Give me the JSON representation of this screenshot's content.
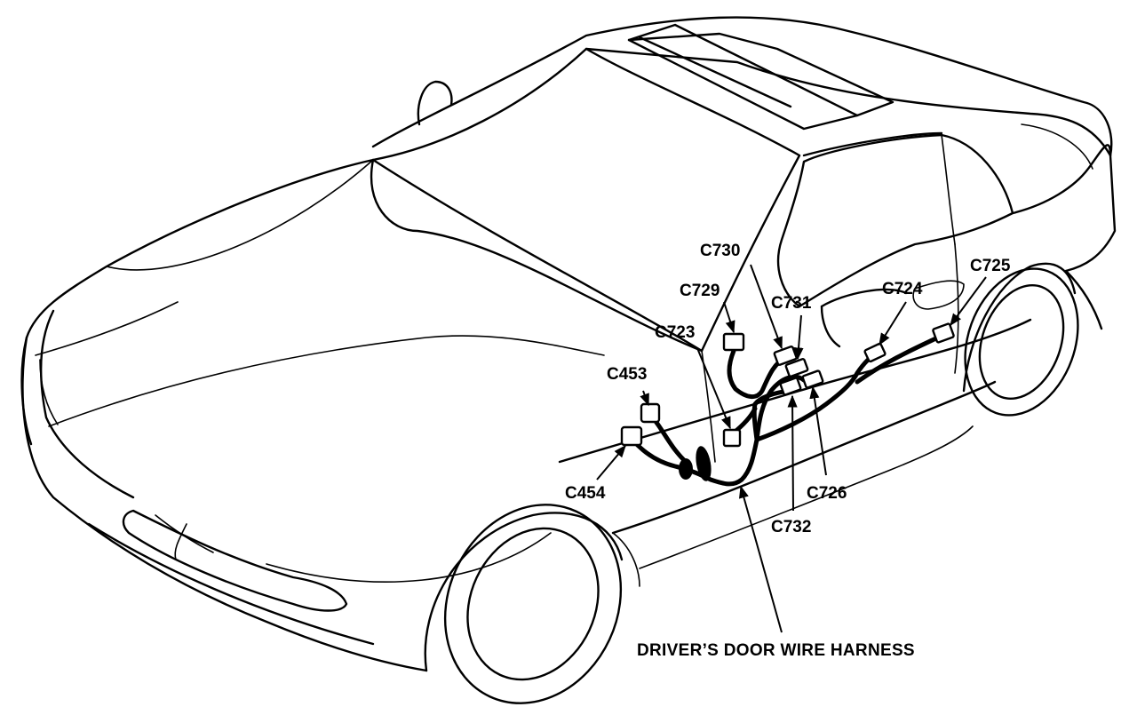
{
  "connectors": [
    {
      "id": "C730",
      "label": "C730"
    },
    {
      "id": "C729",
      "label": "C729"
    },
    {
      "id": "C731",
      "label": "C731"
    },
    {
      "id": "C724",
      "label": "C724"
    },
    {
      "id": "C725",
      "label": "C725"
    },
    {
      "id": "C723",
      "label": "C723"
    },
    {
      "id": "C453",
      "label": "C453"
    },
    {
      "id": "C454",
      "label": "C454"
    },
    {
      "id": "C726",
      "label": "C726"
    },
    {
      "id": "C732",
      "label": "C732"
    }
  ],
  "harness_label": "DRIVER’S DOOR WIRE HARNESS"
}
